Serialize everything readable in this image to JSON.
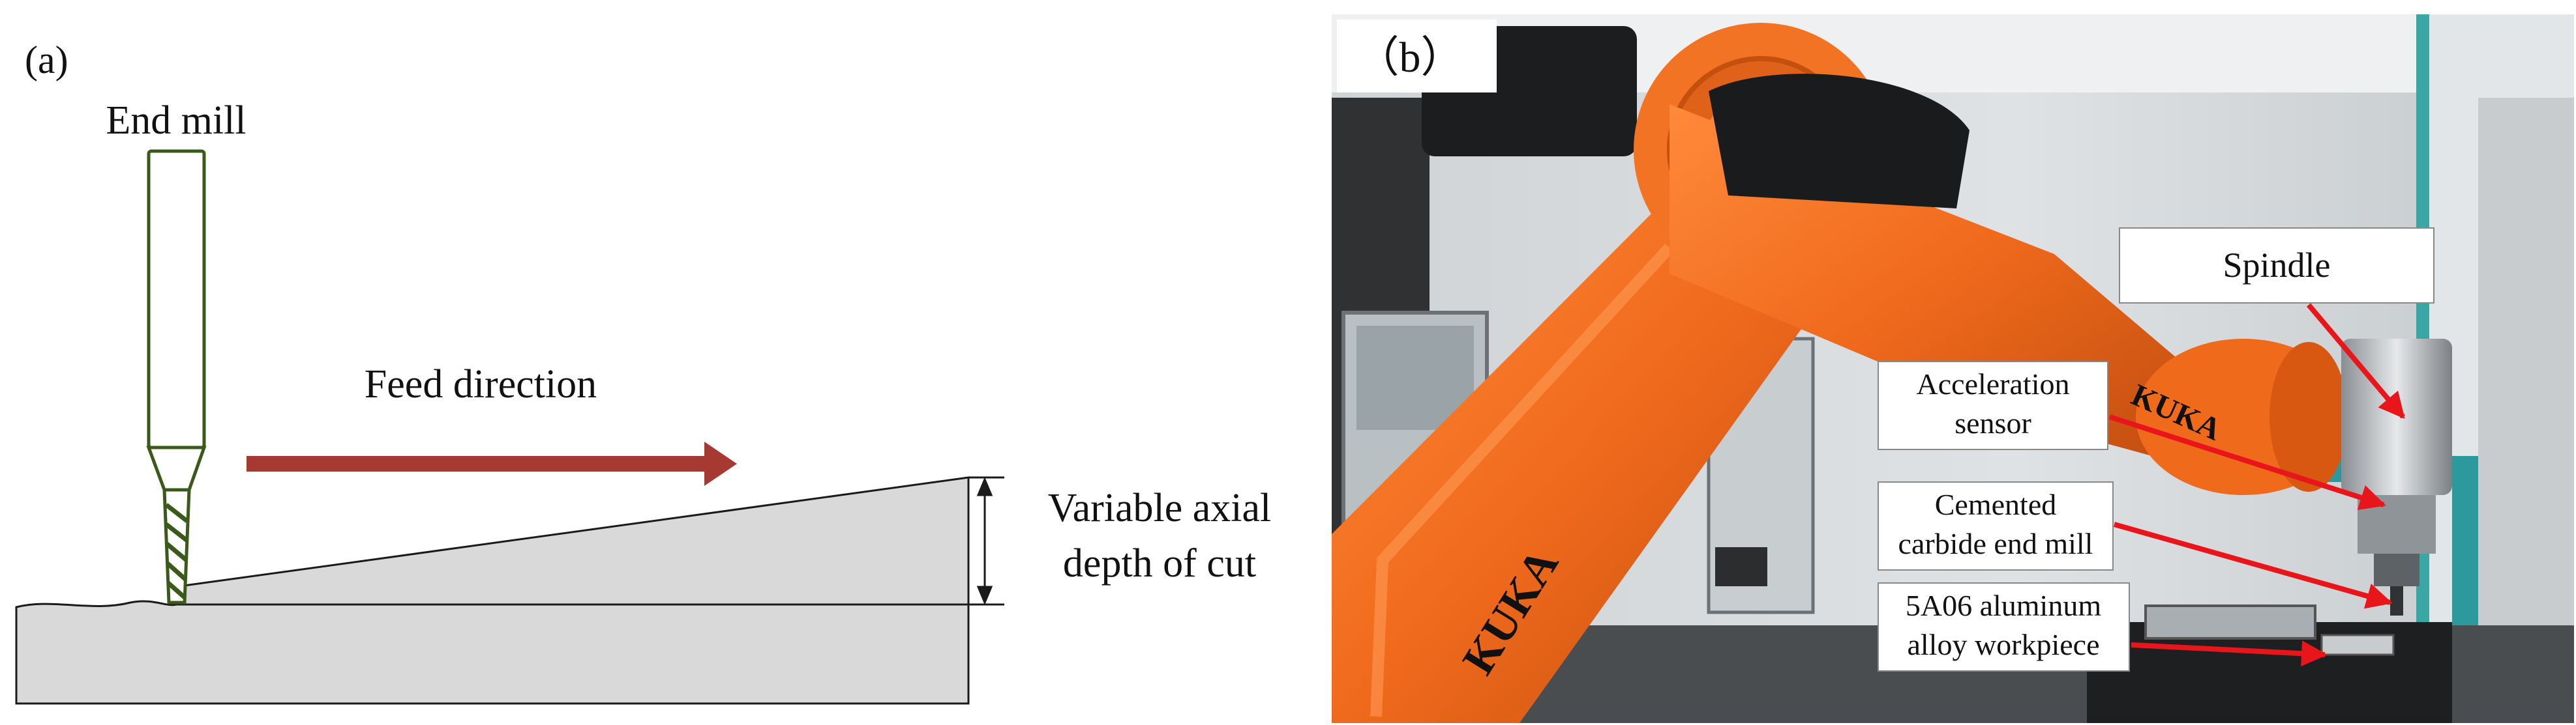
{
  "panel_a": {
    "label": "(a)",
    "tool_label": "End mill",
    "feed_label": "Feed direction",
    "depth_label_line1": "Variable axial",
    "depth_label_line2": "depth of cut"
  },
  "panel_b": {
    "label": "（b）",
    "robot_brand": "KUKA",
    "callouts": {
      "spindle": "Spindle",
      "sensor_line1": "Acceleration",
      "sensor_line2": "sensor",
      "mill_line1": "Cemented",
      "mill_line2": "carbide end mill",
      "workpiece_line1": "5A06 aluminum",
      "workpiece_line2": "alloy workpiece"
    }
  },
  "colors": {
    "feed_arrow": "#a63a33",
    "tool_outline": "#3a5a1a",
    "workpiece_fill": "#d9d9d9",
    "robot_orange": "#f06a1c",
    "callout_arrow": "#e8161b"
  }
}
